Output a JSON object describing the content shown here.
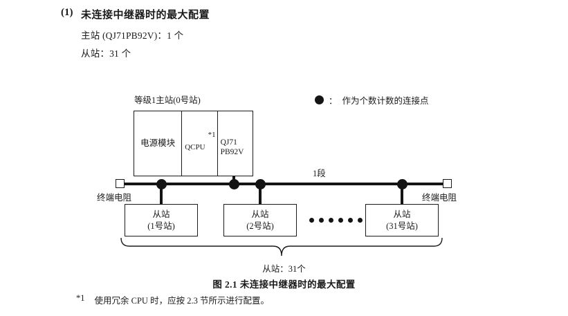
{
  "heading": {
    "number": "(1)",
    "title": "未连接中继器时的最大配置",
    "spec_master": "主站 (QJ71PB92V)：1 个",
    "spec_slave": "从站：31 个"
  },
  "legend": {
    "dot_icon": "filled-circle-icon",
    "colon": "：",
    "text": "作为个数计数的连接点"
  },
  "diagram": {
    "master_caption": "等级1主站(0号站)",
    "rack": {
      "power_module": "电源模块",
      "cpu": "QCPU",
      "footnote_mark": "*1",
      "network_module_line1": "QJ71",
      "network_module_line2": "PB92V"
    },
    "segment_label": "1段",
    "terminator_left": "终端电阻",
    "terminator_right": "终端电阻",
    "slaves": [
      {
        "name": "从站",
        "station": "(1号站)"
      },
      {
        "name": "从站",
        "station": "(2号站)"
      },
      {
        "name": "从站",
        "station": "(31号站)"
      }
    ],
    "ellipsis_count": 6,
    "brace_label": "从站：31个"
  },
  "figure_caption": "图 2.1  未连接中继器时的最大配置",
  "footnote": {
    "mark": "*1",
    "text": "使用冗余 CPU 时，应按 2.3 节所示进行配置。"
  },
  "colors": {
    "ink": "#1a1a1a",
    "line": "#141414",
    "page_background": "#ffffff"
  }
}
